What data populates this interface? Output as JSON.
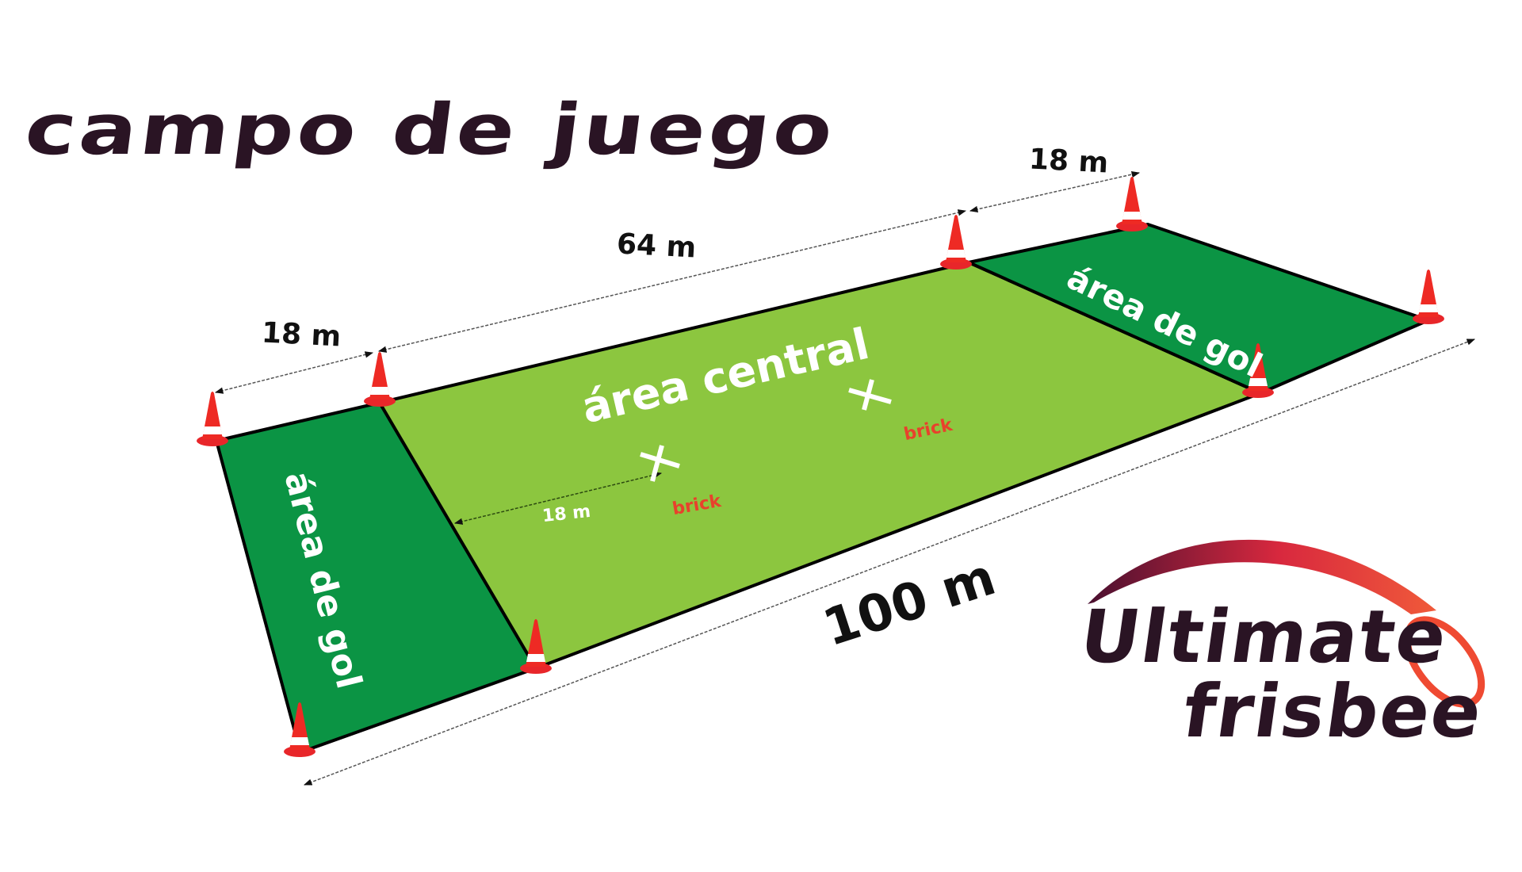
{
  "title": "campo de juego",
  "dimensions": {
    "left_endzone_depth": "18 m",
    "central_length": "64 m",
    "right_endzone_depth": "18 m",
    "total_length": "100 m",
    "brick_distance": "18 m"
  },
  "zones": {
    "left_goal": "área de gol",
    "central": "área central",
    "right_goal": "área de gol"
  },
  "markers": [
    {
      "label": "brick",
      "symbol": "x-mark-icon"
    },
    {
      "label": "brick",
      "symbol": "x-mark-icon"
    }
  ],
  "logo": {
    "line1": "Ultimate",
    "line2": "frisbee"
  },
  "colors": {
    "title": "#2a1424",
    "central_field": "#8cc63f",
    "goal_area": "#0b9444",
    "cone": "#ee2a24",
    "brick_label": "#e8412c",
    "swoosh_start": "#4a1030",
    "swoosh_end": "#f05a3a",
    "line": "#000000"
  }
}
